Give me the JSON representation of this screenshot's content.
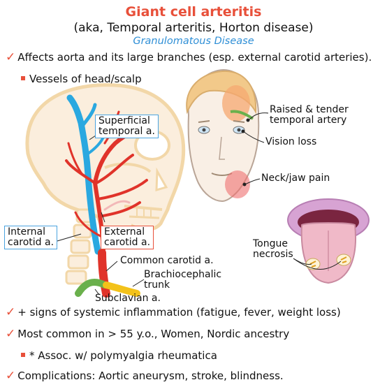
{
  "header": {
    "title": "Giant cell arteritis",
    "subtitle": "(aka, Temporal arteritis, Horton disease)",
    "tagline": "Granulomatous Disease"
  },
  "bullets_top": {
    "affects": "Affects aorta and its large branches (esp. external carotid arteries).",
    "vessels": "Vessels of head/scalp"
  },
  "diagram_labels": {
    "superficial_temporal": [
      "Superficial",
      "temporal a."
    ],
    "internal_carotid": [
      "Internal",
      "carotid a."
    ],
    "external_carotid": [
      "External",
      "carotid a."
    ],
    "common_carotid": "Common carotid a.",
    "brachiocephalic": [
      "Brachiocephalic",
      "trunk"
    ],
    "subclavian": "Subclavian a.",
    "raised_tender": [
      "Raised & tender",
      "temporal artery"
    ],
    "vision_loss": "Vision loss",
    "neck_jaw_pain": "Neck/jaw pain",
    "tongue_necrosis": [
      "Tongue",
      "necrosis"
    ]
  },
  "bullets_bottom": {
    "systemic": "+ signs of systemic inflammation (fatigue, fever, weight loss)",
    "common": "Most common in > 55 y.o., Women,  Nordic ancestry",
    "assoc": "* Assoc. w/ polymyalgia rheumatica",
    "complications": "Complications: Aortic aneurysm, stroke, blindness."
  },
  "colors": {
    "accent_red": "#e8503a",
    "title_blue": "#2f8fd6",
    "artery_red": "#e0332a",
    "internal_blue": "#2aa8e0",
    "subclavian_green": "#6ab04c",
    "brachio_yellow": "#f3c21a",
    "skull_tan": "#f5ddb0",
    "skin": "#f9efe5",
    "hair": "#f2c98a",
    "tongue_purple": "#d7a3d3"
  }
}
